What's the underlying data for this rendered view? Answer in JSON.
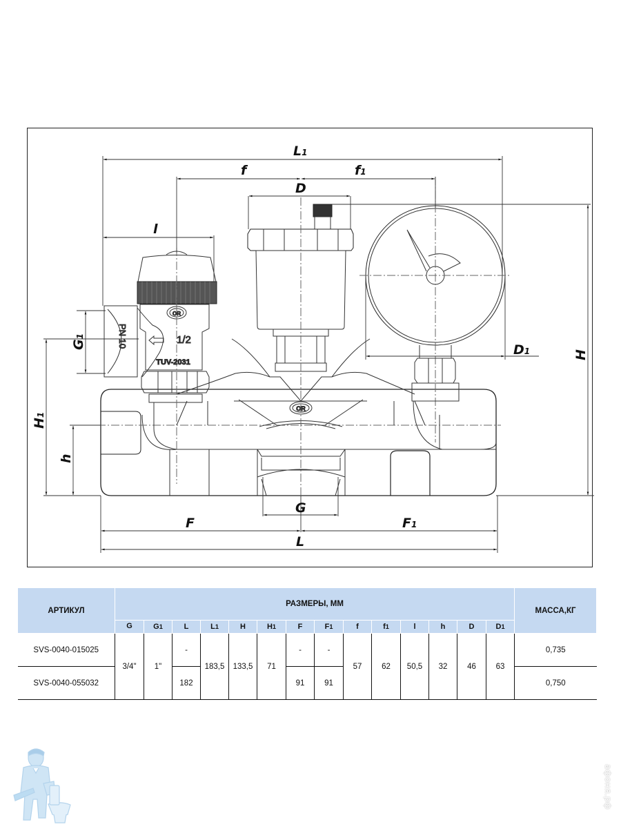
{
  "drawing": {
    "dimension_labels": {
      "L1": {
        "main": "L",
        "sub": "1"
      },
      "f": {
        "main": "f",
        "sub": ""
      },
      "f1": {
        "main": "f",
        "sub": "1"
      },
      "D": {
        "main": "D",
        "sub": ""
      },
      "l": {
        "main": "l",
        "sub": ""
      },
      "G1": {
        "main": "G",
        "sub": "1"
      },
      "H1": {
        "main": "H",
        "sub": "1"
      },
      "h": {
        "main": "h",
        "sub": ""
      },
      "D1": {
        "main": "D",
        "sub": "1"
      },
      "H": {
        "main": "H",
        "sub": ""
      },
      "G": {
        "main": "G",
        "sub": ""
      },
      "F": {
        "main": "F",
        "sub": ""
      },
      "F1": {
        "main": "F",
        "sub": "1"
      },
      "L": {
        "main": "L",
        "sub": ""
      }
    },
    "markings": {
      "pressure_rating": "PN 10",
      "thread_size": "1/2",
      "certification": "TUV-2031",
      "logo": "OR"
    }
  },
  "table": {
    "header": {
      "article": "АРТИКУЛ",
      "dimensions_group": "РАЗМЕРЫ, ММ",
      "mass": "МАССА,КГ",
      "columns": [
        {
          "main": "G",
          "sub": ""
        },
        {
          "main": "G",
          "sub": "1"
        },
        {
          "main": "L",
          "sub": ""
        },
        {
          "main": "L",
          "sub": "1"
        },
        {
          "main": "H",
          "sub": ""
        },
        {
          "main": "H",
          "sub": "1"
        },
        {
          "main": "F",
          "sub": ""
        },
        {
          "main": "F",
          "sub": "1"
        },
        {
          "main": "f",
          "sub": ""
        },
        {
          "main": "f",
          "sub": "1"
        },
        {
          "main": "l",
          "sub": ""
        },
        {
          "main": "h",
          "sub": ""
        },
        {
          "main": "D",
          "sub": ""
        },
        {
          "main": "D",
          "sub": "1"
        }
      ]
    },
    "rows": [
      {
        "article": "SVS-0040-015025",
        "L": "-",
        "F": "-",
        "F1": "-",
        "mass": "0,735"
      },
      {
        "article": "SVS-0040-055032",
        "L": "182",
        "F": "91",
        "F1": "91",
        "mass": "0,750"
      }
    ],
    "shared": {
      "G": "3/4\"",
      "G1": "1\"",
      "L1": "183,5",
      "H": "133,5",
      "H1": "71",
      "f": "57",
      "f1": "62",
      "l": "50,5",
      "h": "32",
      "D": "46",
      "D1": "63"
    }
  },
  "footer": {
    "mascot": "plumber-mascot-icon",
    "watermark": "афоня.рф"
  },
  "colors": {
    "header_bg": "#c5d9f1",
    "line": "#222222",
    "mascot": "#b9d9f0"
  }
}
